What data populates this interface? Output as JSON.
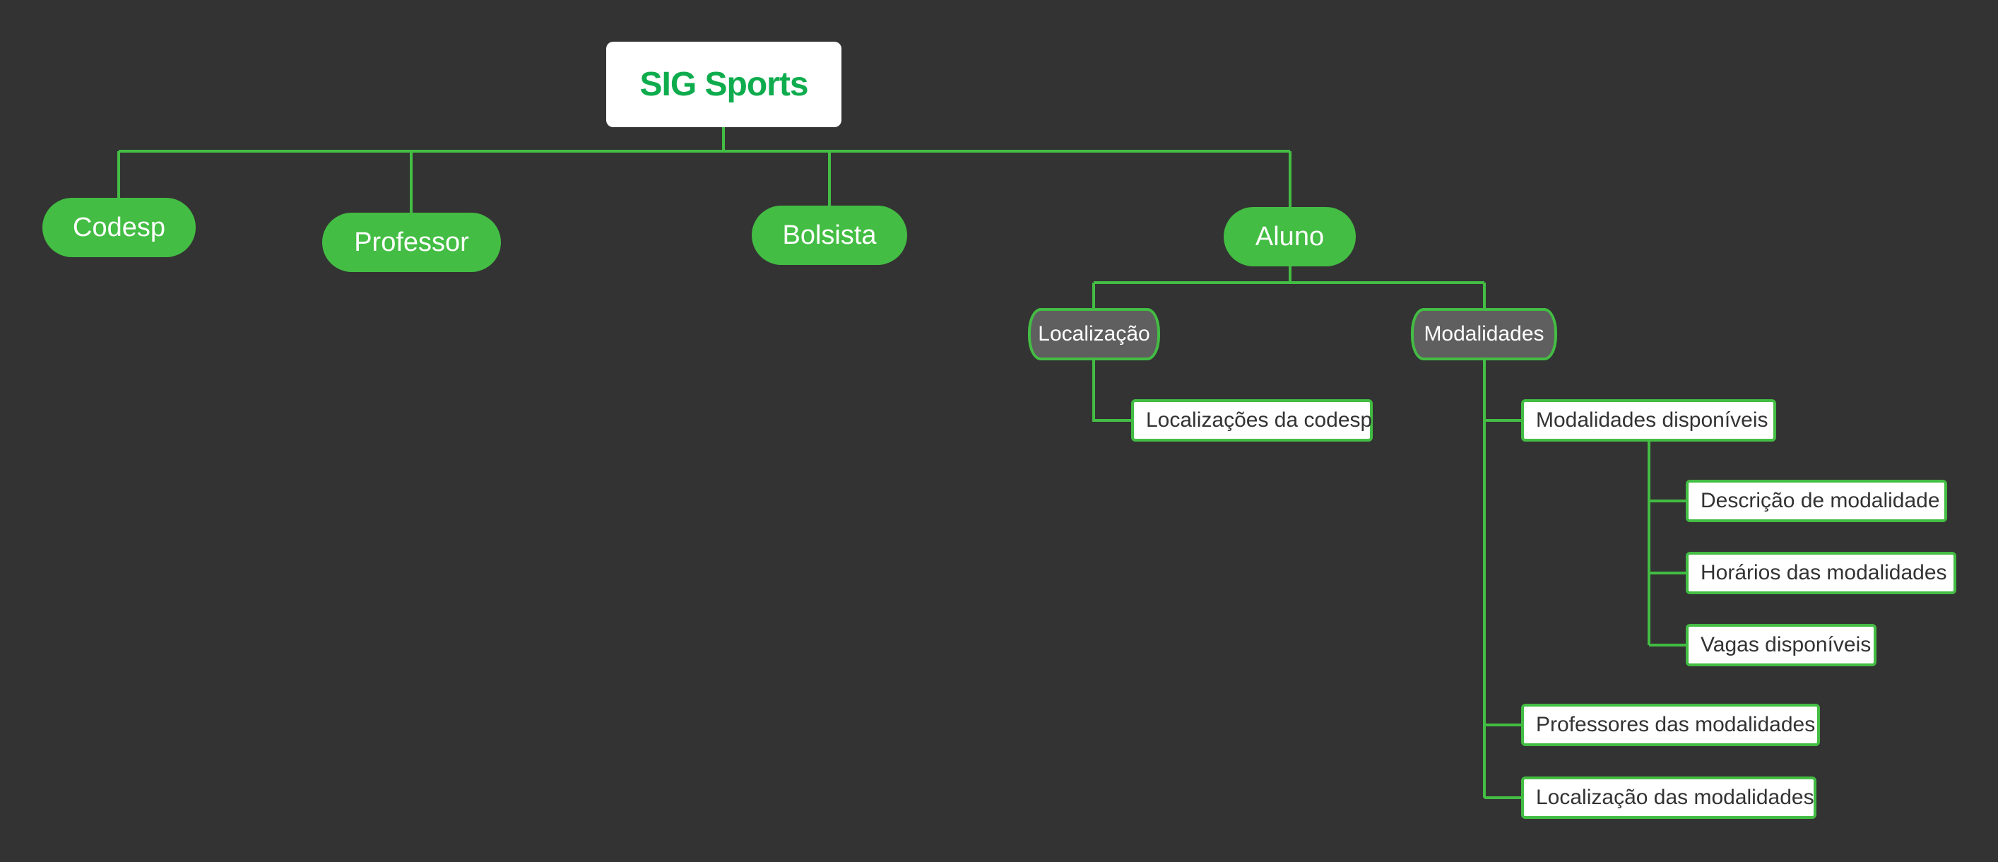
{
  "root": {
    "label": "SIG Sports"
  },
  "main_topics": {
    "codesp": "Codesp",
    "professor": "Professor",
    "bolsista": "Bolsista",
    "aluno": "Aluno"
  },
  "aluno_branches": {
    "localizacao": {
      "label": "Localização",
      "children": [
        "Localizações da codesp"
      ]
    },
    "modalidades": {
      "label": "Modalidades",
      "children": [
        {
          "label": "Modalidades disponíveis",
          "children": [
            "Descrição de modalidade",
            "Horários das modalidades",
            "Vagas disponíveis"
          ]
        },
        {
          "label": "Professores das modalidades"
        },
        {
          "label": "Localização das modalidades"
        }
      ]
    }
  },
  "colors": {
    "background": "#333333",
    "accent_green": "#43bd43",
    "root_text": "#0fac4e",
    "sub_node_fill": "#5f5f5f",
    "leaf_fill": "#ffffff",
    "leaf_text": "#333333"
  }
}
